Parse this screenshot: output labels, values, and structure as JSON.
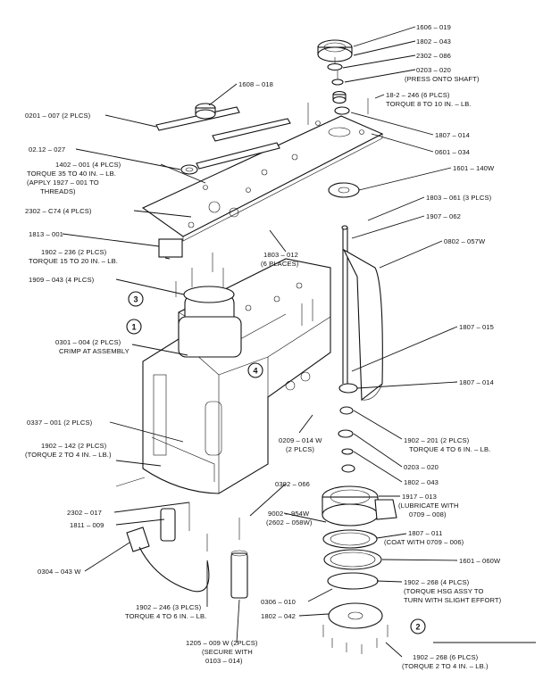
{
  "labels": [
    {
      "id": "l1",
      "text": "1606 – 019"
    },
    {
      "id": "l2",
      "text": "1802 – 043"
    },
    {
      "id": "l3",
      "text": "2302 – 086"
    },
    {
      "id": "l4",
      "text": "0203 – 020"
    },
    {
      "id": "l5",
      "text": "(PRESS ONTO SHAFT)"
    },
    {
      "id": "l6",
      "text": "1608 – 018"
    },
    {
      "id": "l7",
      "text": "18-2 – 246 (6 PLCS)"
    },
    {
      "id": "l8",
      "text": "TORQUE 8 TO 10 IN. – LB."
    },
    {
      "id": "l9",
      "text": "0201 – 007 (2 PLCS)"
    },
    {
      "id": "l10",
      "text": "1807 – 014"
    },
    {
      "id": "l11",
      "text": "02.12 – 027"
    },
    {
      "id": "l12",
      "text": "0601 – 034"
    },
    {
      "id": "l13",
      "text": "1402 – 001 (4 PLCS)"
    },
    {
      "id": "l14",
      "text": "TORQUE 35 TO 40 IN. – LB."
    },
    {
      "id": "l15",
      "text": "(APPLY 1927 – 001 TO"
    },
    {
      "id": "l16",
      "text": "THREADS)"
    },
    {
      "id": "l17",
      "text": "1601 – 140W"
    },
    {
      "id": "l18",
      "text": "2302 – C74 (4 PLCS)"
    },
    {
      "id": "l19",
      "text": "1803 – 061 (3 PLCS)"
    },
    {
      "id": "l20",
      "text": "1907 – 062"
    },
    {
      "id": "l21",
      "text": "1813 – 001"
    },
    {
      "id": "l22",
      "text": "0802 – 057W"
    },
    {
      "id": "l23",
      "text": "1902 – 236 (2 PLCS)"
    },
    {
      "id": "l24",
      "text": "TORQUE 15 TO 20 IN. – LB."
    },
    {
      "id": "l25",
      "text": "1803 – 012"
    },
    {
      "id": "l26",
      "text": "(6 PLACES)"
    },
    {
      "id": "l27",
      "text": "1909 – 043 (4 PLCS)"
    },
    {
      "id": "l28",
      "text": "0301 – 004 (2 PLCS)"
    },
    {
      "id": "l29",
      "text": "CRIMP AT ASSEMBLY"
    },
    {
      "id": "l30",
      "text": "1807 – 015"
    },
    {
      "id": "l31",
      "text": "1807 – 014"
    },
    {
      "id": "l32",
      "text": "0337 – 001 (2 PLCS)"
    },
    {
      "id": "l33",
      "text": "1902 – 142 (2 PLCS)"
    },
    {
      "id": "l34",
      "text": "(TORQUE 2 TO 4 IN. – LB.)"
    },
    {
      "id": "l35",
      "text": "0209 – 014 W"
    },
    {
      "id": "l36",
      "text": "(2 PLCS)"
    },
    {
      "id": "l37",
      "text": "1902 – 201 (2 PLCS)"
    },
    {
      "id": "l38",
      "text": "TORQUE 4 TO 6 IN. – LB."
    },
    {
      "id": "l39",
      "text": "0203 – 020"
    },
    {
      "id": "l40",
      "text": "1802 – 043"
    },
    {
      "id": "l41",
      "text": "0302 – 066"
    },
    {
      "id": "l42",
      "text": "2302 – 017"
    },
    {
      "id": "l43",
      "text": "1917 – 013"
    },
    {
      "id": "l44",
      "text": "(LUBRICATE WITH"
    },
    {
      "id": "l45",
      "text": "0709 – 008)"
    },
    {
      "id": "l46",
      "text": "9002 – 954W"
    },
    {
      "id": "l47",
      "text": "(2602 – 058W)"
    },
    {
      "id": "l48",
      "text": "1811 – 009"
    },
    {
      "id": "l49",
      "text": "1807 – 011"
    },
    {
      "id": "l50",
      "text": "(COAT WITH 0709 – 006)"
    },
    {
      "id": "l51",
      "text": "1601 – 060W"
    },
    {
      "id": "l52",
      "text": "0304 – 043 W"
    },
    {
      "id": "l53",
      "text": "1902 – 268 (4 PLCS)"
    },
    {
      "id": "l54",
      "text": "(TORQUE HSG ASSY TO"
    },
    {
      "id": "l55",
      "text": "TURN WITH SLIGHT EFFORT)"
    },
    {
      "id": "l56",
      "text": "0306 – 010"
    },
    {
      "id": "l57",
      "text": "1902 – 246 (3 PLCS)"
    },
    {
      "id": "l58",
      "text": "TORQUE 4 TO 6 IN. – LB."
    },
    {
      "id": "l59",
      "text": "1802 – 042"
    },
    {
      "id": "l60",
      "text": "1205 – 009 W (2PLCS)"
    },
    {
      "id": "l61",
      "text": "(SECURE WITH"
    },
    {
      "id": "l62",
      "text": "0103 – 014)"
    },
    {
      "id": "l63",
      "text": "1902 – 268 (6 PLCS)"
    },
    {
      "id": "l64",
      "text": "(TORQUE 2 TO 4 IN. – LB.)"
    }
  ],
  "callouts": [
    {
      "id": "c1",
      "text": "1"
    },
    {
      "id": "c2",
      "text": "2"
    },
    {
      "id": "c3",
      "text": "3"
    },
    {
      "id": "c4",
      "text": "4"
    }
  ]
}
